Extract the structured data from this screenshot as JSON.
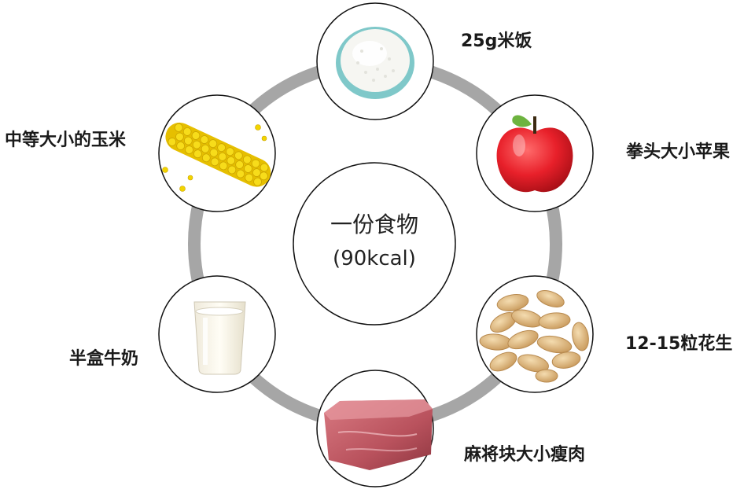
{
  "center": {
    "title": "一份食物",
    "subtitle": "(90kcal)"
  },
  "items": [
    {
      "id": "rice",
      "label": "25g米饭",
      "icon": "rice-bowl-icon"
    },
    {
      "id": "apple",
      "label": "拳头大小苹果",
      "icon": "apple-icon"
    },
    {
      "id": "peanuts",
      "label": "12-15粒花生",
      "icon": "peanuts-icon"
    },
    {
      "id": "meat",
      "label": "麻将块大小瘦肉",
      "icon": "lean-meat-icon"
    },
    {
      "id": "milk",
      "label": "半盒牛奶",
      "icon": "milk-glass-icon"
    },
    {
      "id": "corn",
      "label": "中等大小的玉米",
      "icon": "corn-icon"
    }
  ],
  "colors": {
    "ring": "#a6a6a6",
    "circle_stroke": "#111111",
    "apple": "#e8202a",
    "corn": "#f2d400"
  }
}
